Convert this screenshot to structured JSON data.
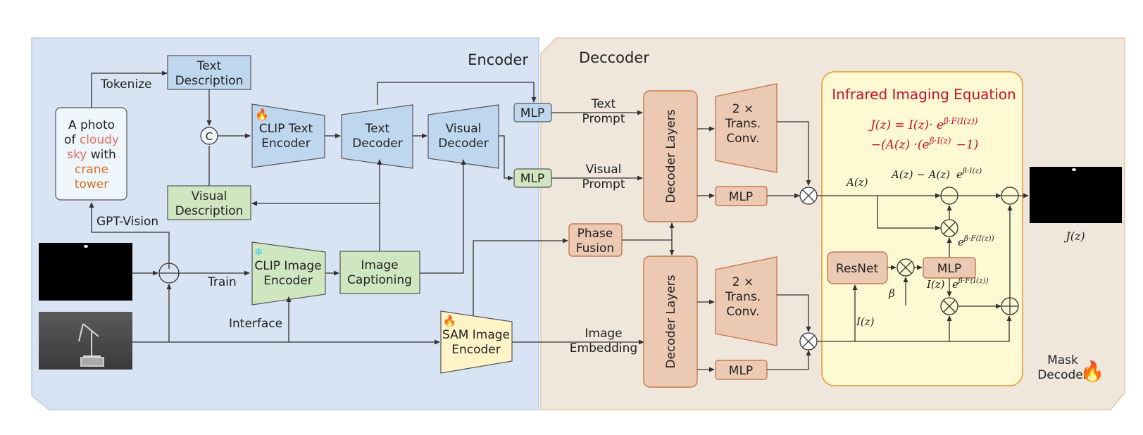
{
  "encoder": {
    "title": "Encoder",
    "photo_caption": {
      "p1": "A photo",
      "p2": "of ",
      "p3": "cloudy",
      "p4": "sky",
      "p5": " with",
      "p6": "crane",
      "p7": "tower"
    },
    "tokenize": "Tokenize",
    "text_description": [
      "Text",
      "Description"
    ],
    "concat_symbol": "C",
    "clip_text_encoder": [
      "CLIP  Text",
      "Encoder"
    ],
    "text_decoder": [
      "Text",
      "Decoder"
    ],
    "visual_decoder": [
      "Visual",
      "Decoder"
    ],
    "visual_description": [
      "Visual",
      "Description"
    ],
    "gpt_vision": "GPT-Vision",
    "train": "Train",
    "clip_image_encoder": [
      "CLIP Image",
      "Encoder"
    ],
    "image_captioning": [
      "Image",
      "Captioning"
    ],
    "interface": "Interface",
    "sam_image_encoder": [
      "SAM Image",
      "Encoder"
    ],
    "mlp": "MLP"
  },
  "decoder": {
    "title": "Deccoder",
    "text_prompt": [
      "Text",
      "Prompt"
    ],
    "visual_prompt": [
      "Visual",
      "Prompt"
    ],
    "image_embedding": [
      "Image",
      "Embedding"
    ],
    "decoder_layers": "Decoder Layers",
    "trans_conv": [
      "2 ×",
      "Trans.",
      "Conv."
    ],
    "phase_fusion": [
      "Phase",
      "Fusion"
    ],
    "mlp": "MLP",
    "mask_decoder": [
      "Mask",
      "Decoder"
    ]
  },
  "infrared": {
    "title": "Infrared Imaging Equation",
    "eq_line1": "J(z) = I(z)· e^{β·F(I(z))}",
    "eq_line2": "−(A(z) ·(e^{β·I(z)} −1)",
    "A": "A(z)",
    "A_minus": "A(z) − A(z)",
    "e_bI": "e^{β·I(z)}",
    "e_bF_1": "e^{β·F(I(z))}",
    "I_label": "I(z)",
    "e_bF_2": "e^{β·F(I(z))}",
    "beta": "β",
    "I_bottom": "I(z)",
    "resnet": "ResNet",
    "mlp": "MLP",
    "output": "J(z)"
  },
  "colors": {
    "encoder_bg": "#d8e3f3",
    "decoder_bg": "#efe6dc",
    "blue_box": "#bfd7ee",
    "green_box": "#cfe6c0",
    "orange_box": "#ebc9b3",
    "yellow_box": "#fff3c8",
    "equation_bg": "#fdf9d2",
    "equation_red": "#c8102e",
    "caption_red": "#e07060",
    "caption_orange": "#d9731f"
  }
}
